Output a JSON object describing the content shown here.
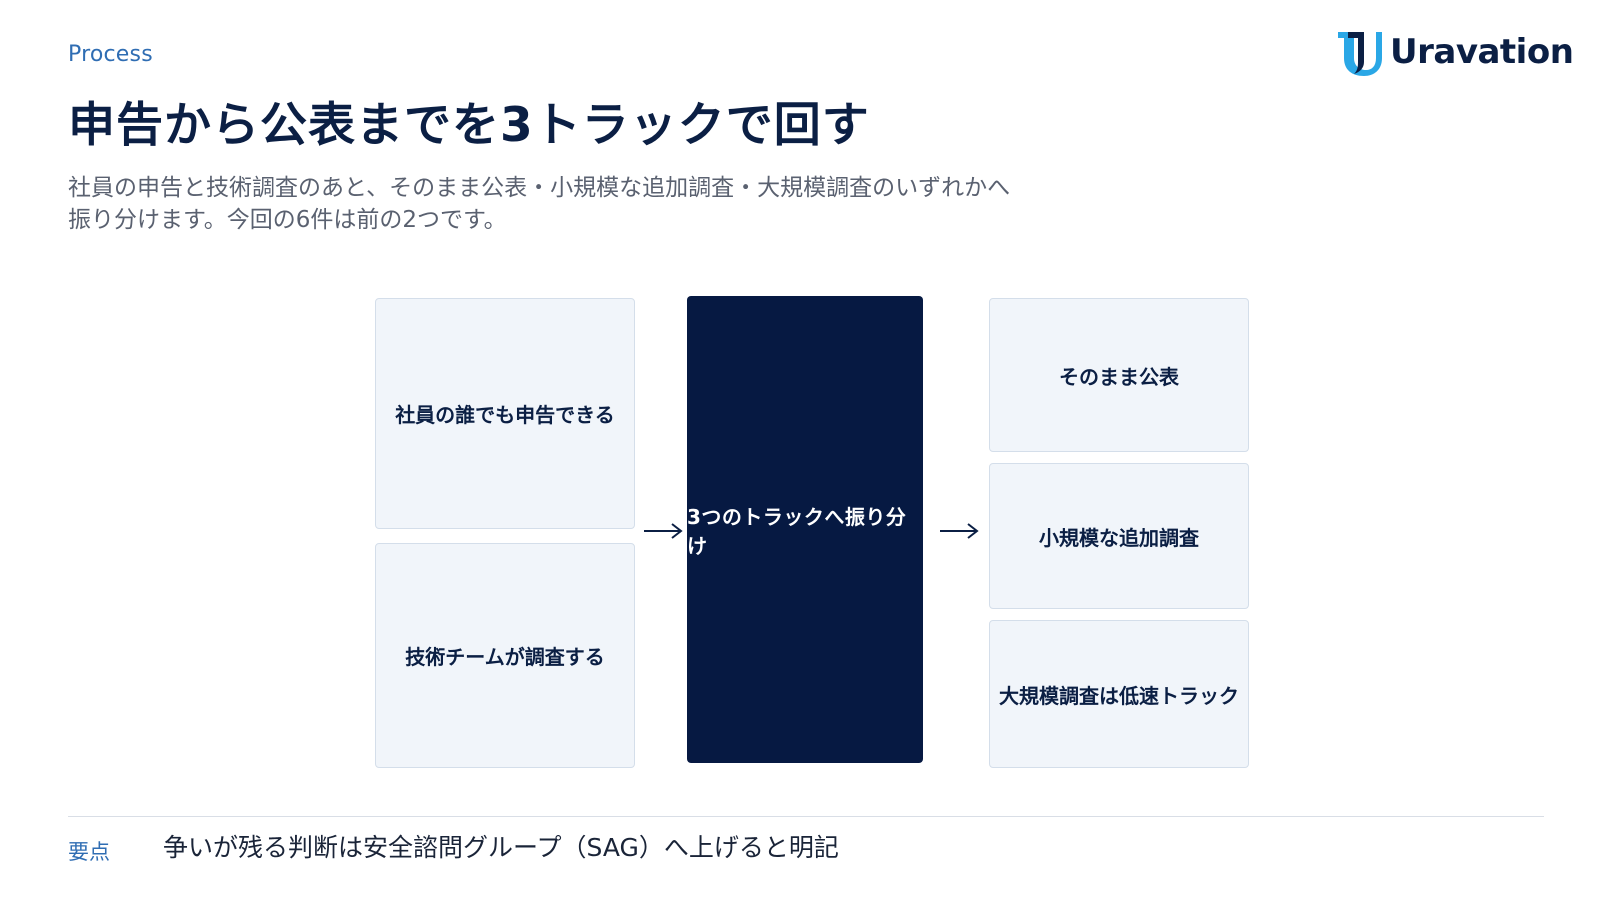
{
  "header": {
    "eyebrow": "Process",
    "logo_text": "Uravation",
    "title": "申告から公表までを3トラックで回す",
    "subtitle_line1": "社員の申告と技術調査のあと、そのまま公表・小規模な追加調査・大規模調査のいずれかへ",
    "subtitle_line2": "振り分けます。今回の6件は前の2つです。"
  },
  "diagram": {
    "inputs": [
      "社員の誰でも申告できる",
      "技術チームが調査する"
    ],
    "center": "3つのトラックへ振り分け",
    "outputs": [
      "そのまま公表",
      "小規模な追加調査",
      "大規模調査は低速トラック"
    ]
  },
  "footer": {
    "key_label": "要点",
    "key_text": "争いが残る判断は安全諮問グループ（SAG）へ上げると明記"
  },
  "colors": {
    "accent": "#2f6db3",
    "navy": "#061942",
    "box_fill": "#f1f5fa",
    "box_border": "#d4deea"
  }
}
